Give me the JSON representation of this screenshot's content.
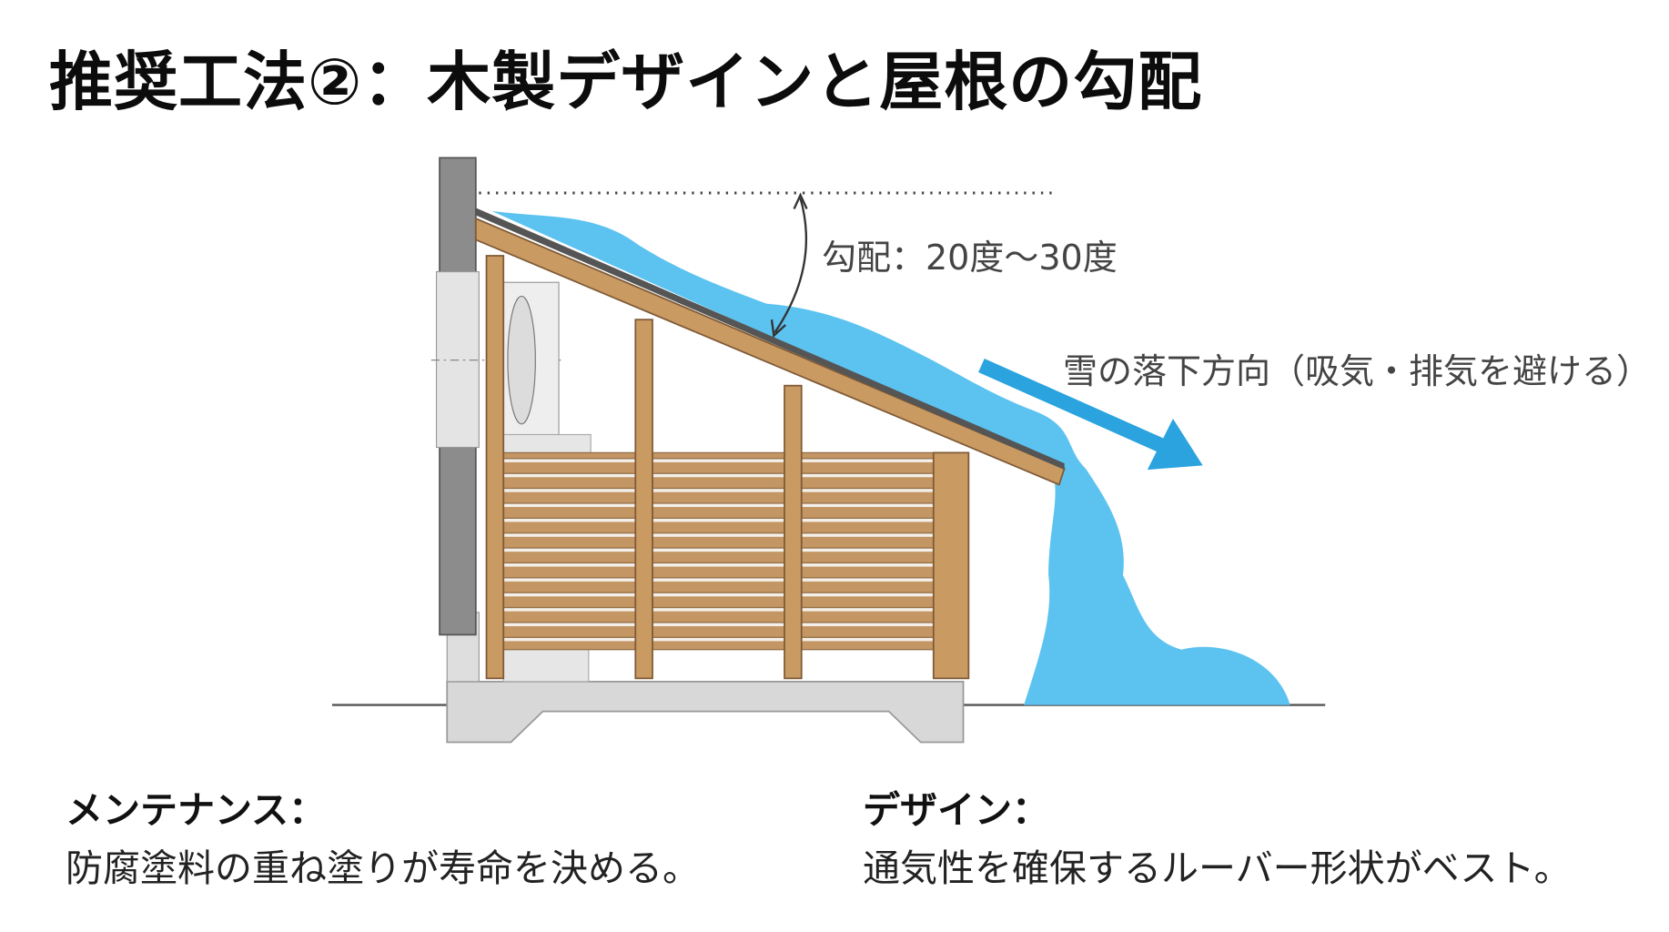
{
  "title": "推奨工法②：木製デザインと屋根の勾配",
  "diagram": {
    "slope_label": "勾配：20度～30度",
    "snow_direction_label": "雪の落下方向（吸気・排気を避ける）"
  },
  "notes": [
    {
      "heading": "メンテナンス：",
      "text": "防腐塗料の重ね塗りが寿命を決める。"
    },
    {
      "heading": "デザイン：",
      "text": "通気性を確保するルーバー形状がベスト。"
    }
  ],
  "colors": {
    "snow": "#5cc3f0",
    "arrow": "#2aa3df",
    "wood": "#c99a62",
    "wall": "#8a8a8a",
    "concrete": "#d6d6d6"
  }
}
